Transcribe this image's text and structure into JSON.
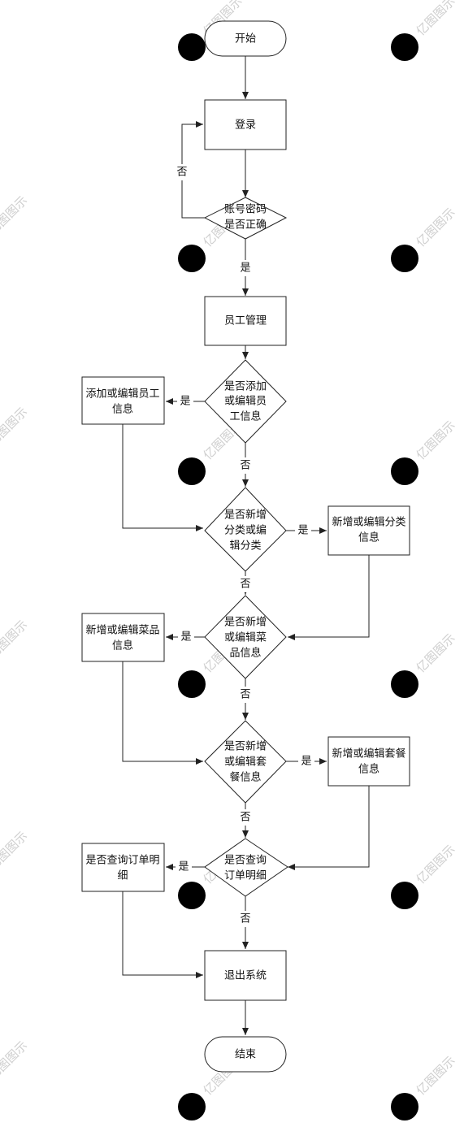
{
  "nodes": {
    "start": "开始",
    "login": "登录",
    "check_password": [
      "账号密码",
      "是否正确"
    ],
    "staff_mgmt": "员工管理",
    "q_staff": [
      "是否添加",
      "或编辑员",
      "工信息"
    ],
    "staff_info": [
      "添加或编辑员工",
      "信息"
    ],
    "q_category": [
      "是否新增",
      "分类或编",
      "辑分类"
    ],
    "category_info": [
      "新增或编辑分类",
      "信息"
    ],
    "q_dish": [
      "是否新增",
      "或编辑菜",
      "品信息"
    ],
    "dish_info": [
      "新增或编辑菜品",
      "信息"
    ],
    "q_combo": [
      "是否新增",
      "或编辑套",
      "餐信息"
    ],
    "combo_info": [
      "新增或编辑套餐",
      "信息"
    ],
    "q_order": [
      "是否查询",
      "订单明细"
    ],
    "order_info": [
      "是否查询订单明",
      "细"
    ],
    "exit": "退出系统",
    "end": "结束"
  },
  "edge_labels": {
    "yes": "是",
    "no": "否"
  },
  "watermark": "亿图图示"
}
